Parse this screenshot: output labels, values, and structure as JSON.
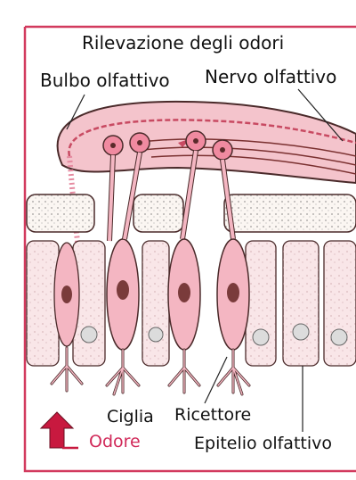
{
  "diagram": {
    "title": "Rilevazione degli odori",
    "labels": {
      "olfactory_bulb": "Bulbo olfattivo",
      "olfactory_nerve": "Nervo olfattivo",
      "cilia": "Ciglia",
      "receptor": "Ricettore",
      "odor": "Odore",
      "olfactory_epithelium": "Epitelio olfattivo"
    },
    "colors": {
      "frame": "#d23a5e",
      "tissue_pink": "#f4b6c2",
      "cell_fill": "#f7d3d9",
      "outline": "#4a2a2a",
      "nucleus": "#7a3b3b",
      "arrow": "#c8193f",
      "odor_text": "#d12a5a"
    }
  }
}
